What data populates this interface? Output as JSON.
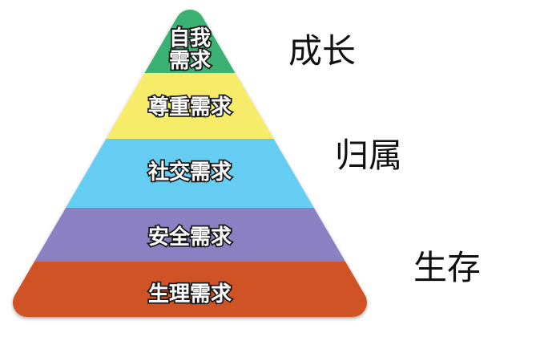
{
  "layers": [
    {
      "line1": "自我",
      "line2": "需求",
      "color": "#3bb273"
    },
    {
      "label": "尊重需求",
      "color": "#f7ec6a"
    },
    {
      "label": "社交需求",
      "color": "#66cdf2"
    },
    {
      "label": "安全需求",
      "color": "#8a80c2"
    },
    {
      "label": "生理需求",
      "color": "#d05327"
    }
  ],
  "side_labels": {
    "growth": "成长",
    "belonging": "归属",
    "survival": "生存"
  }
}
